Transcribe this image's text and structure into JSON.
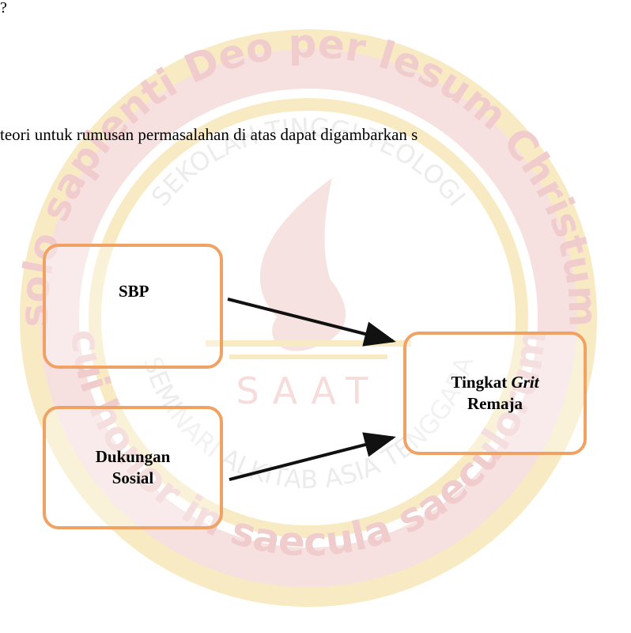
{
  "page": {
    "top_mark": "?"
  },
  "intro_text": "teori untuk rumusan permasalahan di atas dapat digambarkan s",
  "diagram": {
    "boxes": {
      "sbp": {
        "label": "SBP"
      },
      "dukungan": {
        "line1": "Dukungan",
        "line2": "Sosial"
      },
      "grit": {
        "prefix": "Tingkat ",
        "italic": "Grit",
        "line2": "Remaja"
      }
    },
    "edges": [
      {
        "from": "SBP",
        "to": "Tingkat Grit Remaja"
      },
      {
        "from": "Dukungan Sosial",
        "to": "Tingkat Grit Remaja"
      }
    ]
  },
  "watermark": {
    "top_motto": "solo sapienti Deo per Iesum Christum",
    "bottom_motto": "cui honor in saecula saeculorum",
    "ring_top": "SEKOLAH TINGGI TEOLOGI",
    "ring_bottom": "SEMINARI ALKITAB ASIA TENGGARA",
    "center": "SAAT"
  },
  "colors": {
    "box_border": "#f0a264",
    "watermark_red": "#f0cccc",
    "watermark_gold": "#f8ebc4",
    "arrow": "#111111"
  }
}
